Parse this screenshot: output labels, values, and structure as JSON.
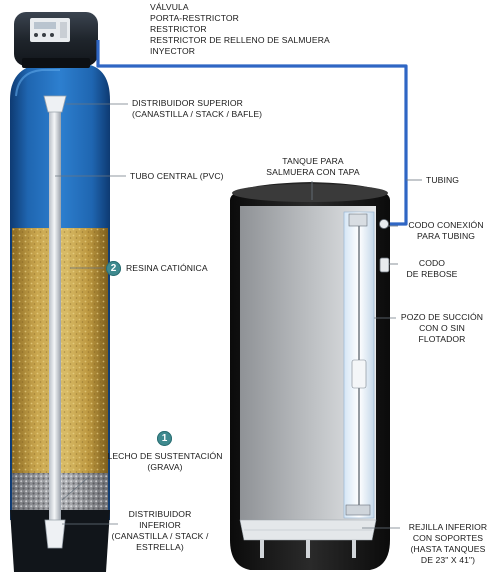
{
  "labels": {
    "valve": [
      "VÁLVULA",
      "PORTA-RESTRICTOR",
      "RESTRICTOR",
      "RESTRICTOR DE RELLENO DE SALMUERA",
      "INYECTOR"
    ],
    "top_distributor": [
      "DISTRIBUIDOR SUPERIOR",
      "(CANASTILLA / STACK / BAFLE)"
    ],
    "central_tube": [
      "TUBO CENTRAL (PVC)"
    ],
    "resin": [
      "RESINA CATIÓNICA"
    ],
    "support_bed": [
      "LECHO DE SUSTENTACIÓN",
      "(GRAVA)"
    ],
    "bottom_distributor": [
      "DISTRIBUIDOR",
      "INFERIOR",
      "(CANASTILLA / STACK /",
      "ESTRELLA)"
    ],
    "brine_tank": [
      "TANQUE PARA",
      "SALMUERA CON TAPA"
    ],
    "tubing": [
      "TUBING"
    ],
    "tubing_elbow": [
      "CODO CONEXIÓN",
      "PARA TUBING"
    ],
    "overflow_elbow": [
      "CODO",
      "DE REBOSE"
    ],
    "suction_well": [
      "POZO DE SUCCIÓN",
      "CON O SIN",
      "FLOTADOR"
    ],
    "bottom_grid": [
      "REJILLA INFERIOR",
      "CON SOPORTES",
      "(HASTA TANQUES",
      "DE 23\" X 41\")"
    ]
  },
  "badges": {
    "resin": "2",
    "support_bed": "1"
  },
  "colors": {
    "tank_blue": "#1f66b1",
    "tank_dark": "#103a70",
    "tubing": "#2f66c4",
    "resin": "#c4a24a",
    "gravel": "#9c9ea3",
    "brine_tank": "#1c1c1c",
    "badge": "#3f8a8f"
  }
}
